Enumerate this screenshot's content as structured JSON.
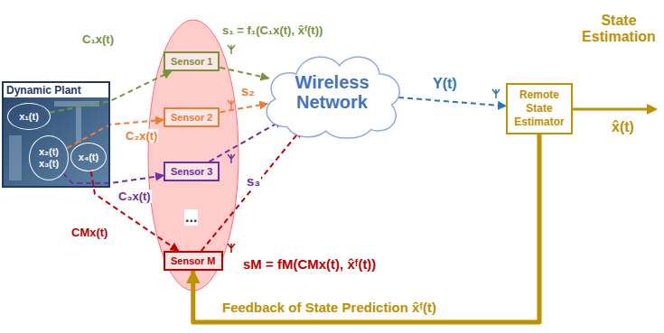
{
  "diagram": {
    "nodes": [
      {
        "text": [
          "Dynamic Plant"
        ]
      },
      {
        "text": [
          "x₁(t)"
        ],
        "in": 0
      },
      {
        "text": [
          "x₂(t)",
          "x₃(t)"
        ],
        "in": 0
      },
      {
        "text": [
          "x₄(t)"
        ],
        "in": 0
      },
      {
        "text": [
          "Sensor 1"
        ]
      },
      {
        "text": [
          "Sensor 2"
        ]
      },
      {
        "text": [
          "Sensor 3"
        ]
      },
      {
        "text": [
          "Sensor M"
        ]
      },
      {
        "text": [
          "Wireless Network"
        ]
      },
      {
        "text": [
          "Remote State Estimator"
        ]
      }
    ],
    "edges": [
      {
        "from": 1,
        "to": 4,
        "arrow": "to",
        "label": "C₁x(t)"
      },
      {
        "from": 2,
        "to": 5,
        "arrow": "to",
        "label": "C₂x(t)"
      },
      {
        "from": 2,
        "to": 6,
        "arrow": "to",
        "label": "C₃x(t)"
      },
      {
        "from": 3,
        "to": 7,
        "arrow": "to",
        "label": "CMx(t)"
      },
      {
        "from": 4,
        "to": 8,
        "arrow": "to",
        "label": "s₁ = f₁(C₁x(t), x̂ᶠ(t))"
      },
      {
        "from": 5,
        "to": 8,
        "arrow": "to",
        "label": "s₂"
      },
      {
        "from": 6,
        "to": 8,
        "arrow": "to",
        "label": "s₃"
      },
      {
        "from": 7,
        "to": 8,
        "arrow": "to",
        "label": "sM = fM(CMx(t), x̂ᶠ(t))"
      },
      {
        "from": 8,
        "to": 9,
        "arrow": "to",
        "label": "Y(t)"
      },
      {
        "from": 9,
        "to": 7,
        "arrow": "to",
        "label": "Feedback of State Prediction x̂ᶠ(t)"
      }
    ],
    "labels": [
      "...",
      "State Estimation",
      "x̂(t)"
    ]
  }
}
